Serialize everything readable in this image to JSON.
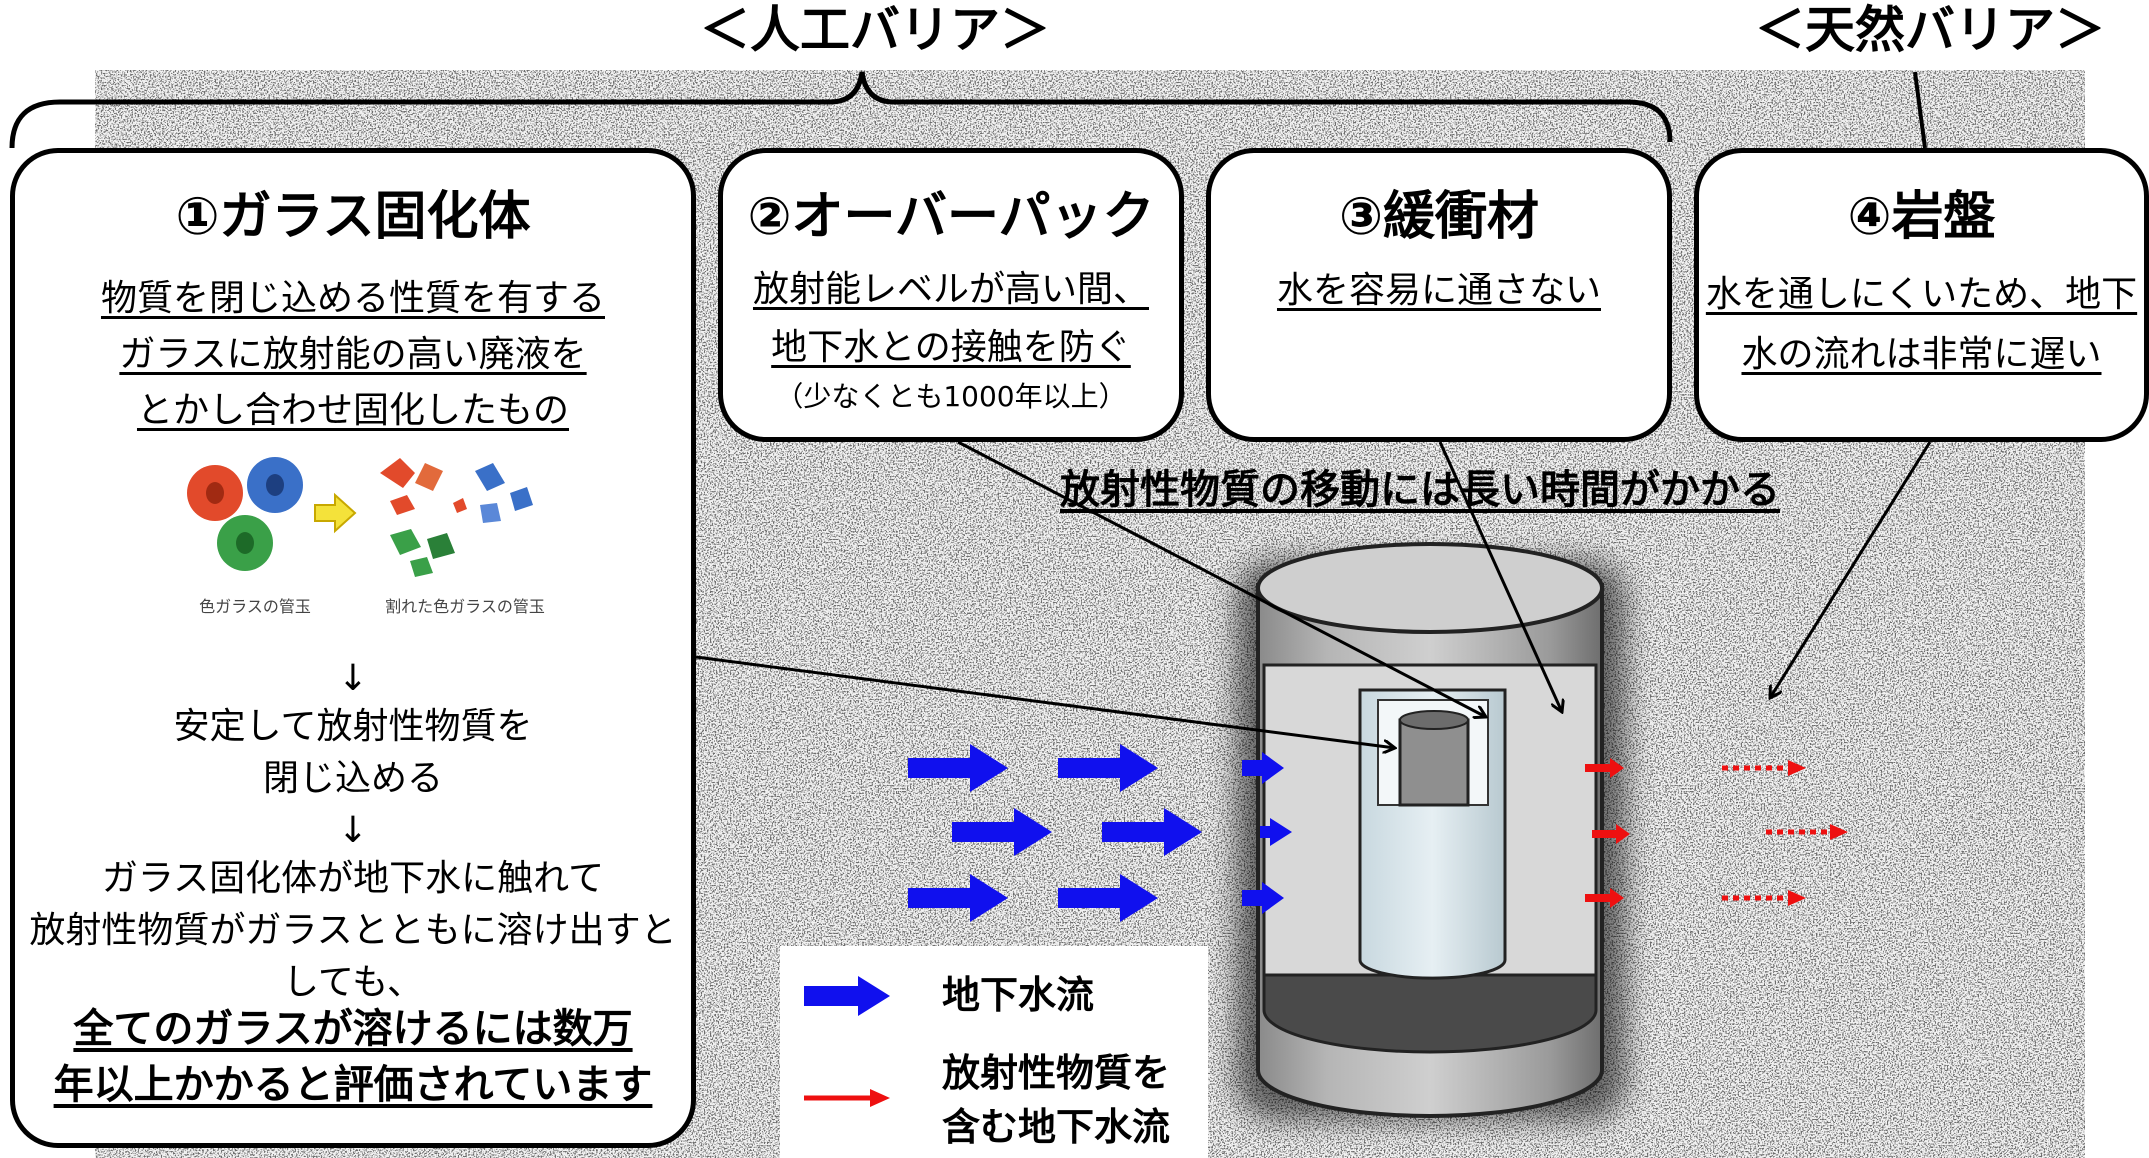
{
  "header": {
    "artificial_barrier": "＜人工バリア＞",
    "natural_barrier": "＜天然バリア＞"
  },
  "box1": {
    "title": "①ガラス固化体",
    "desc_lines": [
      "物質を閉じ込める性質を有する",
      "ガラスに放射能の高い廃液を",
      "とかし合わせ固化したもの"
    ],
    "image_caption_left": "色ガラスの管玉",
    "image_caption_right": "割れた色ガラスの管玉",
    "arrow1": "↓",
    "step1_lines": [
      "安定して放射性物質を",
      "閉じ込める"
    ],
    "arrow2": "↓",
    "step2_lines": [
      "ガラス固化体が地下水に触れて",
      "放射性物質がガラスとともに溶け出すと",
      "しても、"
    ],
    "conclusion_lines": [
      "全てのガラスが溶けるには数万",
      "年以上かかると評価されています"
    ]
  },
  "box2": {
    "title": "②オーバーパック",
    "desc_lines": [
      "放射能レベルが高い間、",
      "地下水との接触を防ぐ"
    ],
    "note": "（少なくとも1000年以上）"
  },
  "box3": {
    "title": "③緩衝材",
    "desc": "水を容易に通さない"
  },
  "box4": {
    "title": "④岩盤",
    "desc_lines": [
      "水を通しにくいため、地下",
      "水の流れは非常に遅い"
    ]
  },
  "center_caption": "放射性物質の移動には長い時間がかかる",
  "legend": {
    "groundwater": "地下水流",
    "contaminated_lines": [
      "放射性物質を",
      "含む地下水流"
    ],
    "groundwater_color": "#1010ee",
    "contaminated_color": "#ee1010"
  }
}
